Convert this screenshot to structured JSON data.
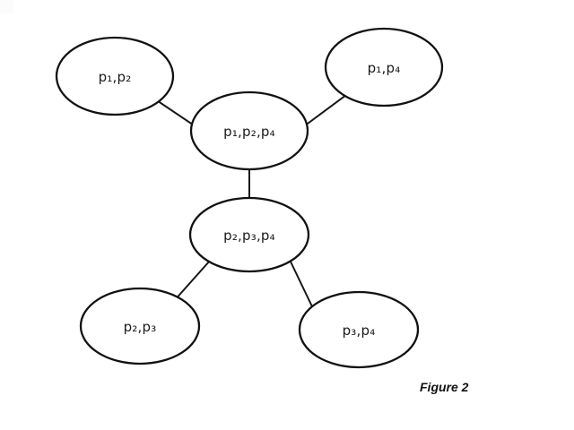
{
  "figure": {
    "caption": "Figure 2"
  },
  "diagram": {
    "type": "node-link-graph",
    "nodes": [
      {
        "id": "top-left",
        "label": "p₁,p₂"
      },
      {
        "id": "top-right",
        "label": "p₁,p₄"
      },
      {
        "id": "center-upper",
        "label": "p₁,p₂,p₄"
      },
      {
        "id": "center-lower",
        "label": "p₂,p₃,p₄"
      },
      {
        "id": "bottom-left",
        "label": "p₂,p₃"
      },
      {
        "id": "bottom-right",
        "label": "p₃,p₄"
      }
    ],
    "edges": [
      {
        "from": "p₁,p₂",
        "to": "p₁,p₂,p₄"
      },
      {
        "from": "p₁,p₄",
        "to": "p₁,p₂,p₄"
      },
      {
        "from": "p₁,p₂,p₄",
        "to": "p₂,p₃,p₄"
      },
      {
        "from": "p₂,p₃,p₄",
        "to": "p₂,p₃"
      },
      {
        "from": "p₂,p₃,p₄",
        "to": "p₃,p₄"
      }
    ],
    "colors": {
      "stroke": "#111111",
      "fill": "#ffffff",
      "text": "#1a1a1a"
    }
  }
}
